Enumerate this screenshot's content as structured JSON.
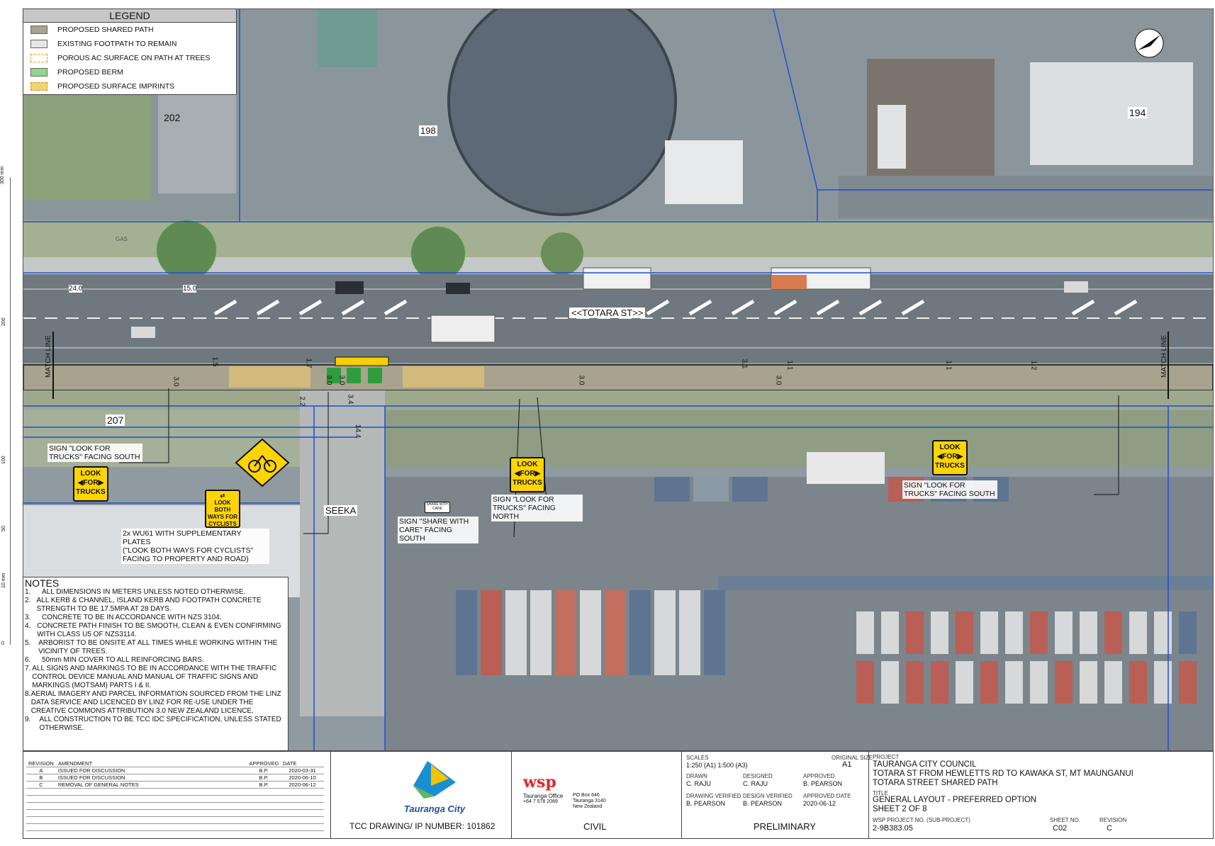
{
  "legend": {
    "title": "LEGEND",
    "items": [
      {
        "label": "PROPOSED SHARED PATH",
        "color": "#a8a38f"
      },
      {
        "label": "EXISTING FOOTPATH TO REMAIN",
        "color": "#e6e6e6"
      },
      {
        "label": "POROUS AC SURFACE ON PATH AT TREES",
        "color": "#ffffff"
      },
      {
        "label": "PROPOSED BERM",
        "color": "#8ed88e"
      },
      {
        "label": "PROPOSED SURFACE IMPRINTS",
        "color": "#f3d27a"
      }
    ]
  },
  "map": {
    "property_labels": [
      "202",
      "198",
      "194",
      "207"
    ],
    "street_name": "<<TOTARA ST>>",
    "place_label": "SEEKA",
    "match_line": "MATCH LINE",
    "gas_label": "GAS",
    "dims": [
      "24.0",
      "15.0",
      "3.0",
      "1.5",
      "1.7",
      "3.0",
      "3.0",
      "2.2",
      "3.4",
      "14.4",
      "3.0",
      "3.1",
      "1.1",
      "3.0",
      "1.1",
      "1.2"
    ],
    "scale_bar": [
      "300 mm",
      "200",
      "100",
      "50",
      "10 mm",
      "0"
    ]
  },
  "signs": {
    "look": "LOOK",
    "for": "FOR",
    "trucks": "TRUCKS",
    "look_both": "LOOK BOTH",
    "ways_for": "WAYS FOR",
    "cyclists": "CYCLISTS",
    "share_with": "SHARE WITH",
    "care": "CARE"
  },
  "annotations": {
    "south_1": "SIGN \"LOOK FOR\nTRUCKS\" FACING SOUTH",
    "wu61": "2x WU61 WITH SUPPLEMENTARY PLATES\n(\"LOOK BOTH WAYS FOR CYCLISTS\"\nFACING TO PROPERTY AND ROAD)",
    "share": "SIGN \"SHARE WITH\nCARE\" FACING SOUTH",
    "north": "SIGN \"LOOK FOR\nTRUCKS\" FACING NORTH",
    "south_2": "SIGN \"LOOK FOR\nTRUCKS\" FACING SOUTH"
  },
  "notes": {
    "title": "NOTES",
    "items": [
      "ALL DIMENSIONS IN METERS UNLESS NOTED OTHERWISE.",
      "ALL KERB & CHANNEL, ISLAND KERB AND FOOTPATH CONCRETE STRENGTH TO BE 17.5MPA AT 28 DAYS.",
      "CONCRETE TO BE IN ACCORDANCE WITH NZS 3104.",
      "CONCRETE PATH FINISH TO BE SMOOTH, CLEAN & EVEN CONFIRMING WITH CLASS U5 OF NZS3114.",
      "ARBORIST TO BE ONSITE AT ALL TIMES WHILE WORKING WITHIN THE VICINITY OF TREES.",
      "50mm MIN COVER TO ALL REINFORCING BARS.",
      "ALL SIGNS AND MARKINGS TO BE IN ACCORDANCE WITH THE TRAFFIC CONTROL DEVICE MANUAL AND MANUAL OF TRAFFIC SIGNS AND MARKINGS (MOTSAM) PARTS I & II.",
      "AERIAL IMAGERY AND PARCEL INFORMATION SOURCED FROM THE LINZ DATA SERVICE AND LICENCED BY LINZ FOR RE-USE UNDER THE CREATIVE COMMONS ATTRIBUTION 3.0 NEW ZEALAND LICENCE.",
      "ALL CONSTRUCTION TO BE TCC IDC SPECIFICATION, UNLESS STATED OTHERWISE."
    ]
  },
  "title_block": {
    "revision_header": [
      "REVISION",
      "AMENDMENT",
      "APPROVED",
      "DATE"
    ],
    "revisions": [
      [
        "A",
        "ISSUED FOR DISCUSSION",
        "B.P.",
        "2020-03-31"
      ],
      [
        "B",
        "ISSUED FOR DISCUSSION",
        "B.P.",
        "2020-06-10"
      ],
      [
        "C",
        "REMOVAL OF GENERAL NOTES",
        "B.P.",
        "2020-06-12"
      ]
    ],
    "council_logo_text": "Tauranga City",
    "tcc_drawing": "TCC DRAWING/ IP NUMBER: 101862",
    "wsp_logo": "wsp",
    "wsp_office": "Tauranga Office",
    "wsp_phone": "+64 7 578 2089",
    "wsp_address": [
      "PO Box 646",
      "Tauranga 3140",
      "New Zealand"
    ],
    "discipline": "CIVIL",
    "scales_label": "SCALES",
    "scales": "1:250 (A1) 1:500 (A3)",
    "original_size_label": "ORIGINAL SIZE",
    "original_size": "A1",
    "drawn_label": "DRAWN",
    "drawn": "C. RAJU",
    "designed_label": "DESIGNED",
    "designed": "C. RAJU",
    "approved_label": "APPROVED",
    "approved": "B. PEARSON",
    "drawing_verified_label": "DRAWING VERIFIED",
    "drawing_verified": "B. PEARSON",
    "design_verified_label": "DESIGN VERIFIED",
    "design_verified": "B. PEARSON",
    "approved_date_label": "APPROVED DATE",
    "approved_date": "2020-06-12",
    "status": "PRELIMINARY",
    "project_label": "PROJECT",
    "project": [
      "TAURANGA CITY COUNCIL",
      "TOTARA ST FROM HEWLETTS RD TO KAWAKA ST, MT MAUNGANUI",
      "TOTARA STREET SHARED PATH"
    ],
    "title_label": "TITLE",
    "title": [
      "GENERAL LAYOUT - PREFERRED OPTION",
      "SHEET 2 OF 8"
    ],
    "wsp_project_no_label": "WSP PROJECT NO. (SUB-PROJECT)",
    "wsp_project_no": "2-9B383.05",
    "sheet_no_label": "SHEET NO.",
    "sheet_no": "C02",
    "revision_label": "REVISION",
    "revision": "C"
  }
}
